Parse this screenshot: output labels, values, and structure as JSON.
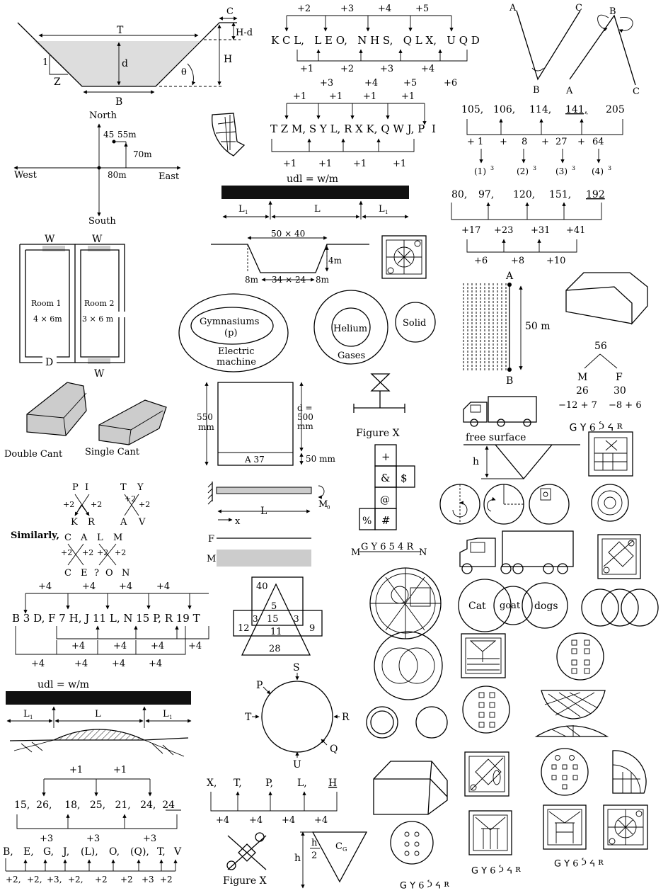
{
  "channel": {
    "T": "T",
    "C": "C",
    "Hd": "H-d",
    "H": "H",
    "d": "d",
    "one": "1",
    "Z": "Z",
    "theta": "θ",
    "B": "B"
  },
  "compass": {
    "north": "North",
    "south": "South",
    "east": "East",
    "west": "West",
    "d45": "45",
    "d55": "55m",
    "d70": "70m",
    "d80": "80m"
  },
  "shift_kcl": {
    "top": [
      "+2",
      "+3",
      "+4",
      "+5"
    ],
    "seq": "K C L,   L E O,   N H S,   Q L X,   U Q D",
    "bot1": [
      "+1",
      "+2",
      "+3",
      "+4"
    ],
    "bot2": [
      "+3",
      "+4",
      "+5",
      "+6"
    ]
  },
  "va": {
    "A1": "A",
    "C1": "C",
    "B1": "B",
    "B2": "B",
    "A2": "A",
    "C2": "C"
  },
  "shift_tzm": {
    "top": [
      "+1",
      "+1",
      "+1",
      "+1"
    ],
    "seq": "T Z M, S Y L, R X K, Q W J, P",
    "I": "I",
    "bot": [
      "+1",
      "+1",
      "+1",
      "+1"
    ]
  },
  "cubes_seq": {
    "nums": [
      "105,",
      "106,",
      "114,",
      "141,",
      "205"
    ],
    "ops": [
      "+ 1",
      "+",
      "8",
      "+",
      "27",
      "+",
      "64"
    ],
    "cubes": [
      "(1)",
      "(2)",
      "(3)",
      "(4)"
    ],
    "exp": "3"
  },
  "udl1": {
    "label": "udl = w/m",
    "L1a": "L",
    "L": "L",
    "L1b": "L",
    "sub": "1"
  },
  "seq80": {
    "nums": [
      "80,",
      "97,",
      "120,",
      "151,",
      "192"
    ],
    "d1": [
      "+17",
      "+23",
      "+31",
      "+41"
    ],
    "d2": [
      "+6",
      "+8",
      "+10"
    ]
  },
  "house": {
    "W1": "W",
    "W2": "W",
    "W3": "W",
    "D": "D",
    "room1": "Room 1",
    "room1size": "4 × 6m",
    "room2": "Room 2",
    "room2size": "3 × 6 m"
  },
  "trap": {
    "top": "50 × 40",
    "side": "4m",
    "bottom": "34 × 24",
    "l": "8m",
    "r": "8m"
  },
  "venn1": {
    "gym": "Gymnasiums",
    "p": "(p)",
    "electric": "Electric",
    "machine": "machine",
    "helium": "Helium",
    "gases": "Gases",
    "solid": "Solid"
  },
  "pole": {
    "A": "A",
    "B": "B",
    "len": "50 m"
  },
  "tree": {
    "top": "56",
    "M": "M",
    "F": "F",
    "m": "26",
    "f": "30",
    "mc": "−12 + 7",
    "fc": "−8 + 6"
  },
  "cant": {
    "double": "Double Cant",
    "single": "Single Cant"
  },
  "beam_sec": {
    "h1": "550",
    "h1u": "mm",
    "d": "d =",
    "d2": "500",
    "du": "mm",
    "label": "A 37",
    "bot": "50 mm"
  },
  "figx1": "Figure X",
  "free": {
    "label": "free surface",
    "h": "h"
  },
  "mirror1": "ᴚ ᔭ ϛ 9 ⅄ ⅁",
  "dice": {
    "plus": "+",
    "amp": "&",
    "dollar": "$",
    "at": "@",
    "pct": "%",
    "hash": "#"
  },
  "letters": {
    "P": "P",
    "I": "I",
    "K": "K",
    "R": "R",
    "T": "T",
    "Y": "Y",
    "A": "A",
    "V": "V",
    "p2": "+2",
    "similarly": "Similarly,",
    "C": "C",
    "A2": "A",
    "L": "L",
    "M": "M",
    "C2": "C",
    "E": "E",
    "q": "?",
    "O": "O",
    "N": "N"
  },
  "cantilever": {
    "L": "L",
    "x": "x",
    "M0": "M",
    "sub0": "0",
    "F": "F",
    "M": "M"
  },
  "mirror_text": {
    "M": "M",
    "mid": "G Y 6 5 4 R",
    "N": "N"
  },
  "shift_b3d": {
    "top": [
      "+4",
      "+4",
      "+4",
      "+4"
    ],
    "seq": "B 3 D,  F 7 H,  J 11 L,  N 15 P,  R 19 T",
    "bot1": [
      "+4",
      "+4",
      "+4",
      "+4"
    ],
    "bot2": [
      "+4",
      "+4",
      "+4",
      "+4"
    ]
  },
  "tri_venn": {
    "n40": "40",
    "n5": "5",
    "n3a": "3",
    "n15": "15",
    "n3b": "3",
    "n12": "12",
    "n11": "11",
    "n9": "9",
    "n28": "28"
  },
  "venn_cgd": {
    "cat": "Cat",
    "goat": "goat",
    "dogs": "dogs"
  },
  "udl2": {
    "label": "udl = w/m",
    "L1a": "L",
    "L": "L",
    "L1b": "L",
    "sub": "1"
  },
  "circle_dir": {
    "S": "S",
    "P": "P",
    "T": "T",
    "R": "R",
    "Q": "Q",
    "U": "U"
  },
  "seq15": {
    "top": [
      "+1",
      "+1"
    ],
    "seq": "15,  26,    18,   25,   21,   24,  24",
    "bot": [
      "+3",
      "+3",
      "+3"
    ]
  },
  "seqB": {
    "seq": [
      "B,",
      "E,",
      "G,",
      "J,",
      "(L),",
      "O,",
      "(Q),",
      "T,",
      "V"
    ],
    "d": [
      "+2,",
      "+2,",
      "+3,",
      "+2,",
      "+2",
      "+2",
      "+3",
      "+2"
    ]
  },
  "seqX": {
    "seq": [
      "X,",
      "T,",
      "P,",
      "L,",
      "H"
    ],
    "d": [
      "+4",
      "+4",
      "+4",
      "+4"
    ]
  },
  "figx2": "Figure X",
  "cg": {
    "h": "h",
    "h2n": "h",
    "h2d": "2",
    "CG": "C",
    "G": "G"
  },
  "mirror2": "ᴚ ᔭ ϛ 9 ⅄ ⅁",
  "mirror3": "ᴚ ᔭ ϛ 9 ⅄ ⅁",
  "mirror4": "ᴚ ᔭ ϛ 9 ⅄ ⅁"
}
